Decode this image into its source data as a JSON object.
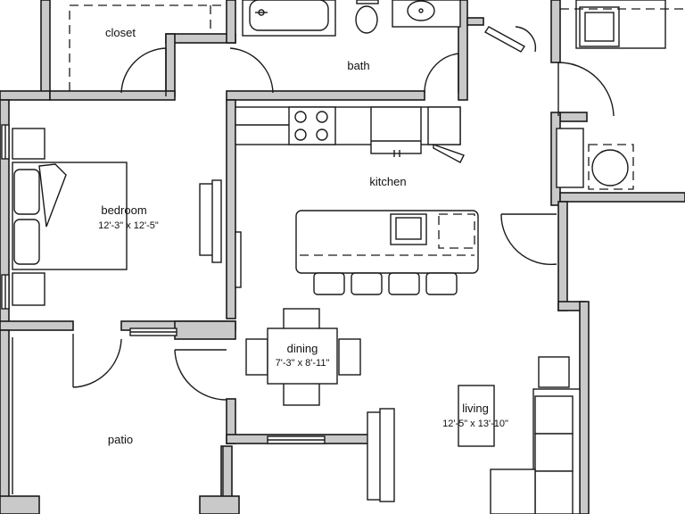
{
  "rooms": {
    "closet": {
      "name": "closet"
    },
    "bath": {
      "name": "bath"
    },
    "kitchen": {
      "name": "kitchen"
    },
    "bedroom": {
      "name": "bedroom",
      "size": "12'-3\" x 12'-5\""
    },
    "dining": {
      "name": "dining",
      "size": "7'-3\" x 8'-11\""
    },
    "living": {
      "name": "living",
      "size": "12'-5\" x 13'-10\""
    },
    "patio": {
      "name": "patio"
    }
  }
}
